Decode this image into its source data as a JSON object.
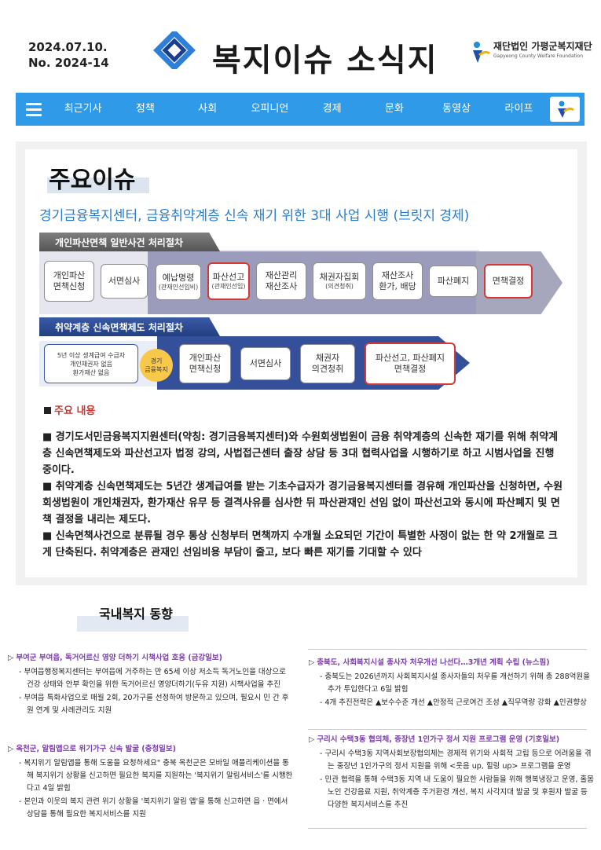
{
  "header": {
    "date": "2024.07.10.",
    "issue_no": "No. 2024-14",
    "title": "복지이슈 소식지",
    "org_name": "재단법인 가평군복지재단",
    "org_eng": "Gapyeong County Welfare Foundation"
  },
  "nav": {
    "items": [
      "최근기사",
      "정책",
      "사회",
      "오피니언",
      "경제",
      "문화",
      "동영상",
      "라이프"
    ]
  },
  "main_issue": {
    "section_title": "주요이슈",
    "headline": "경기금융복지센터, 금융취약계층 신속 재기 위한 3대 사업 시행 (브릿지 경제)",
    "process1": {
      "label": "개인파산면책 일반사건 처리절차",
      "steps": [
        {
          "line1": "개인파산",
          "line2": "면책신청",
          "sub": ""
        },
        {
          "line1": "서면심사",
          "line2": "",
          "sub": ""
        },
        {
          "line1": "예납명령",
          "line2": "",
          "sub": "(관재인선임비)"
        },
        {
          "line1": "파산선고",
          "line2": "",
          "sub": "(관재인선임)"
        },
        {
          "line1": "재산관리",
          "line2": "재산조사",
          "sub": ""
        },
        {
          "line1": "채권자집회",
          "line2": "",
          "sub": "(의견청취)"
        },
        {
          "line1": "재산조사",
          "line2": "환가, 배당",
          "sub": ""
        },
        {
          "line1": "파산폐지",
          "line2": "",
          "sub": ""
        },
        {
          "line1": "면책결정",
          "line2": "",
          "sub": ""
        }
      ]
    },
    "process2": {
      "label": "취약계층 신속면책제도 처리절차",
      "eligibility": [
        "5년 이상 생계급여 수급자",
        "개인채권자 없음",
        "환가재산 없음"
      ],
      "badge": [
        "경기",
        "금융복지"
      ],
      "steps": [
        {
          "line1": "개인파산",
          "line2": "면책신청"
        },
        {
          "line1": "서면심사",
          "line2": ""
        },
        {
          "line1": "채권자",
          "line2": "의견청취"
        },
        {
          "line1": "파산선고, 파산폐지",
          "line2": "면책결정"
        }
      ]
    },
    "kicker": "주요 내용",
    "paragraphs": [
      "■ 경기도서민금융복지지원센터(약칭: 경기금융복지센터)와 수원회생법원이 금융 취약계층의 신속한 재기를 위해 취약계층 신속면책제도와 파산선고자 법정 강의, 사법접근센터 출장 상담 등 3대 협력사업을 시행하기로 하고 시범사업을 진행 중이다.",
      "■ 취약계층 신속면책제도는 5년간 생계급여를 받는 기초수급자가 경기금융복지센터를 경유해 개인파산을 신청하면, 수원회생법원이 개인채권자, 환가재산 유무 등 결격사유를 심사한 뒤 파산관재인 선임 없이 파산선고와 동시에 파산폐지 및 면책 결정을 내리는 제도다.",
      "■ 신속면책사건으로 분류될 경우 통상 신청부터 면책까지 수개월 소요되던 기간이 특별한 사정이 없는 한 약 2개월로 크게 단축된다. 취약계층은 관재인 선임비용 부담이 줄고, 보다 빠른 재기를 기대할 수 있다"
    ]
  },
  "trends": {
    "section_title": "국내복지 동향",
    "left": [
      {
        "title": "부여군 부여읍, 독거어르신 영양 더하기 시책사업 호응 (금강일보)",
        "points": [
          "부여읍행정복지센터는 부여읍에 거주하는 만 65세 이상 저소득 독거노인을 대상으로 건강 상태와 안부 확인을 위한 독거어르신 영양더하기(두유 지원) 시책사업을 추진",
          "부여읍 특화사업으로 매월 2회, 20가구를 선정하여 방문하고 있으며, 필요시 민 간 후원 연계 및 사례관리도 지원"
        ]
      },
      {
        "title": "옥천군, 알림앱으로 위기가구 신속 발굴 (충청일보)",
        "points": [
          "복지위기 알림앱을 통해 도움을 요청하세요\" 충북 옥천군은 모바일 애플리케이션을 통해 복지위기 상황을 신고하면 필요한 복지를 지원하는 '복지위기 알림서비스'를 시행한다고 4일 밝힘",
          "본인과 이웃의 복지 관련 위기 상황을 '복지위기 알림 앱'을 통해 신고하면 읍 · 면에서 상담을 통해 필요한 복지서비스를 지원"
        ]
      }
    ],
    "right": [
      {
        "title": "충북도, 사회복지시설 종사자 처우개선 나선다…3개년 계획 수립 (뉴스핌)",
        "points": [
          "충북도는 2026년까지 사회복지시설 종사자들의 처우를 개선하기 위해 총 288억원을 추가 투입한다고 6일 밝힘",
          "4개 추진전략은 ▲보수수준 개선 ▲안정적 근로여건 조성 ▲직무역량 강화 ▲인권향상"
        ]
      },
      {
        "title": "구리시 수택3동 협의체, 중장년 1인가구 정서 지원 프로그램 운영 (기호일보)",
        "points": [
          "구리시 수택3동 지역사회보장협의체는 경제적 위기와 사회적 고립 등으로 어려움을 겪는 중장년 1인가구의 정서 지원을 위해 <웃음 up, 힐링 up> 프로그램을 운영",
          "민관 협력을 통해 수택3동 지역 내 도움이 필요한 사람들을 위해 행복냉장고 운영, 홀몸노인 건강음료 지원, 취약계층 주거환경 개선, 복지 사각지대 발굴 및 후원자 발굴 등 다양한 복지서비스를 추진"
        ]
      }
    ]
  },
  "colors": {
    "nav_bg": "#2e9ae8",
    "headline": "#2b7cc9",
    "kicker": "#c23a33",
    "news_title": "#7b3ea8"
  },
  "icons": [
    "diamond-logo-icon",
    "foundation-logo-icon",
    "hamburger-menu-icon",
    "foundation-badge-icon"
  ]
}
